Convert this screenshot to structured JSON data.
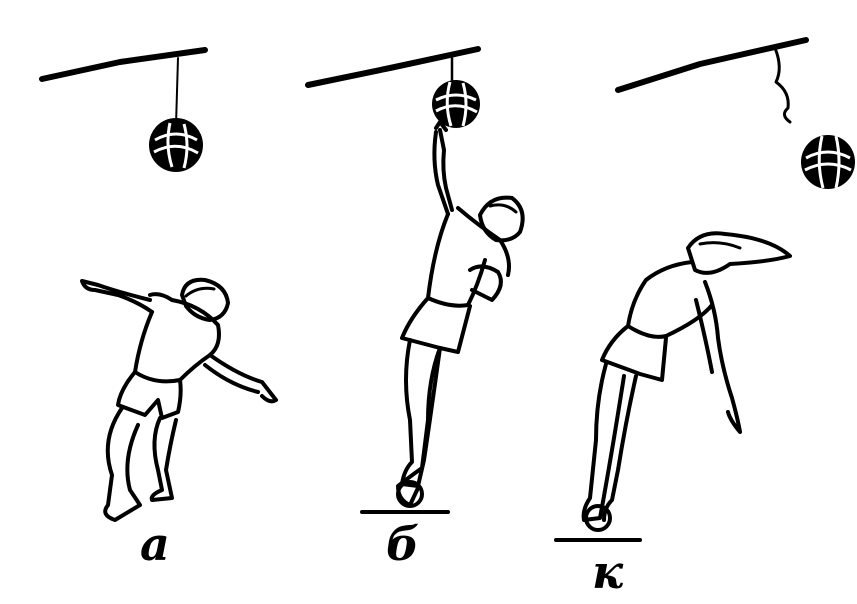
{
  "panels": [
    {
      "label": "а"
    },
    {
      "label": "б"
    },
    {
      "label": "к"
    }
  ]
}
